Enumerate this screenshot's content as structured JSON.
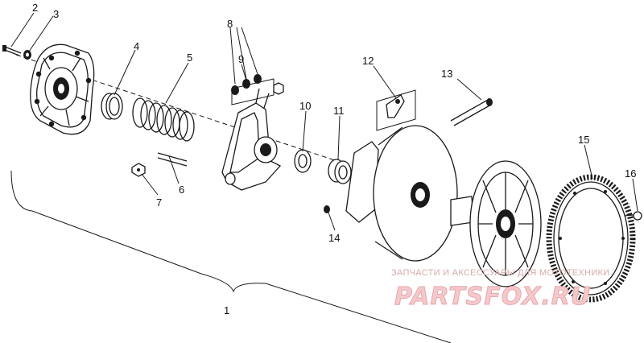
{
  "diagram": {
    "callouts": {
      "c1": "1",
      "c2": "2",
      "c3": "3",
      "c4": "4",
      "c5": "5",
      "c6": "6",
      "c7": "7",
      "c8": "8",
      "c9": "9",
      "c10": "10",
      "c11": "11",
      "c12": "12",
      "c13": "13",
      "c14": "14",
      "c15": "15",
      "c16": "16"
    }
  },
  "watermark": {
    "tagline": "ЗАПЧАСТИ И АКСЕССУАРЫ ДЛЯ МОТОТЕХНИКИ",
    "brand": "PARTSFOX.RU"
  }
}
